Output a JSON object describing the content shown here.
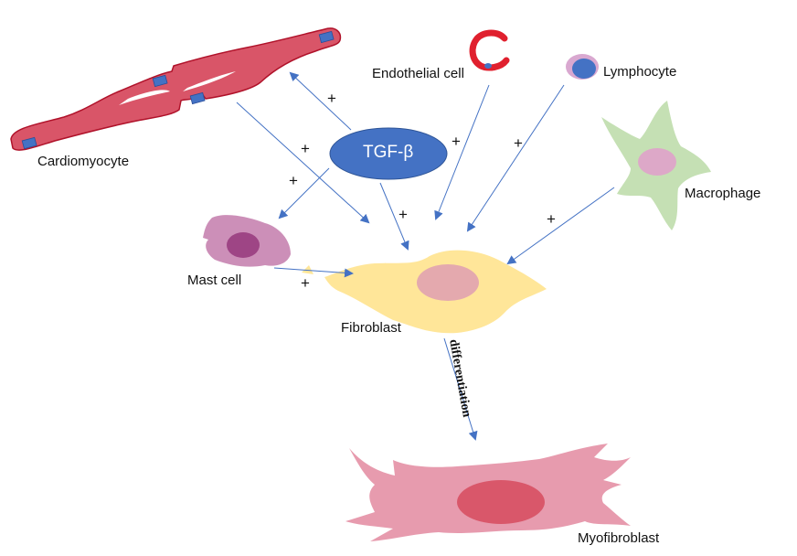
{
  "title": "TGF-β signaling in cardiac fibroblast activation",
  "colors": {
    "arrow": "#4472C4",
    "cardiomyocyte": "#D95568",
    "cardiomyocyte_outline": "#B0122A",
    "nucleus_blue": "#4472C4",
    "endothelial": "#E0202E",
    "lymphocyte_outer": "#D9A8D0",
    "macrophage": "#C5E0B4",
    "macrophage_nucleus": "#DDA8C8",
    "mast_cell": "#CC8FB8",
    "mast_nucleus": "#9E4585",
    "fibroblast": "#FFE699",
    "fibroblast_nucleus": "#E4A9AE",
    "myofibroblast": "#E79BAE",
    "myofibroblast_nucleus": "#D9576A",
    "tgf": "#4472C4"
  },
  "nodes": {
    "tgf": "TGF-β",
    "cardiomyocyte": "Cardiomyocyte",
    "endothelial": "Endothelial cell",
    "lymphocyte": "Lymphocyte",
    "macrophage": "Macrophage",
    "mast_cell": "Mast cell",
    "fibroblast": "Fibroblast",
    "myofibroblast": "Myofibroblast"
  },
  "edges": [
    {
      "from": "TGF-β",
      "to": "Cardiomyocyte",
      "sign": "+"
    },
    {
      "from": "TGF-β",
      "to": "Mast cell",
      "sign": "+"
    },
    {
      "from": "TGF-β",
      "to": "Fibroblast",
      "sign": "+"
    },
    {
      "from": "Cardiomyocyte",
      "to": "Fibroblast",
      "sign": "+"
    },
    {
      "from": "Endothelial cell",
      "to": "Fibroblast",
      "sign": "+"
    },
    {
      "from": "Lymphocyte",
      "to": "Fibroblast",
      "sign": "+"
    },
    {
      "from": "Macrophage",
      "to": "Fibroblast",
      "sign": "+"
    },
    {
      "from": "Mast cell",
      "to": "Fibroblast",
      "sign": "+"
    },
    {
      "from": "Fibroblast",
      "to": "Myofibroblast",
      "label": "differentiation"
    }
  ],
  "signs": {
    "plus": "+"
  },
  "differentiation_label": "differentiation"
}
